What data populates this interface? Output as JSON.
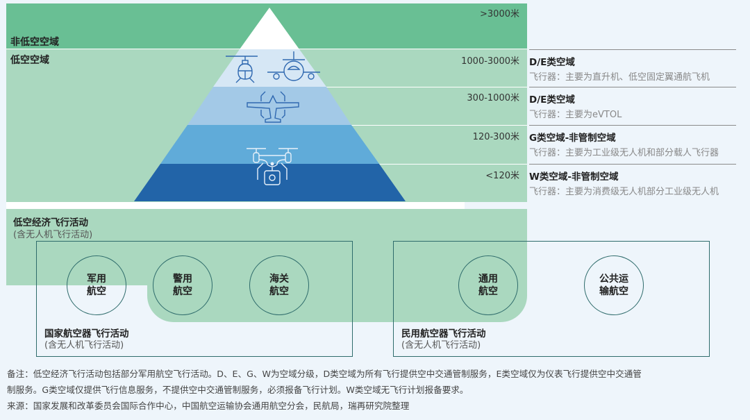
{
  "airspace": {
    "non_low_label": "非低空空域",
    "low_label": "低空空域",
    "altitudes": [
      ">3000米",
      "1000-3000米",
      "300-1000米",
      "120-300米",
      "<120米"
    ],
    "colors": {
      "non_low": "#69bf94",
      "low": "#aad8bf",
      "tier1": "#d6e7f5",
      "tier2": "#a3c9e7",
      "tier3": "#60abd9",
      "tier4": "#2264a8"
    },
    "icons": [
      "helicopter-icon",
      "airplane-icon",
      "evtol-icon",
      "drone-icon"
    ]
  },
  "classes": [
    {
      "title": "D/E类空域",
      "sub": "飞行器：主要为直升机、低空固定翼通航飞机"
    },
    {
      "title": "D/E类空域",
      "sub": "飞行器：主要为eVTOL"
    },
    {
      "title": "G类空域-非管制空域",
      "sub": "飞行器：主要为工业级无人机和部分载人飞行器"
    },
    {
      "title": "W类空域-非管制空域",
      "sub": "飞行器：主要为消费级无人机部分工业级无人机"
    }
  ],
  "economy": {
    "title": "低空经济飞行活动",
    "sub": "(含无人机飞行活动)"
  },
  "state_group": {
    "title": "国家航空器飞行活动",
    "sub": "(含无人机飞行活动)",
    "circles": [
      {
        "line1": "军用",
        "line2": "航空"
      },
      {
        "line1": "警用",
        "line2": "航空"
      },
      {
        "line1": "海关",
        "line2": "航空"
      }
    ]
  },
  "civil_group": {
    "title": "民用航空器飞行活动",
    "sub": "(含无人机飞行活动)",
    "circles": [
      {
        "line1": "通用",
        "line2": "航空"
      },
      {
        "line1": "公共运",
        "line2": "输航空"
      }
    ]
  },
  "notes": {
    "line1": "备注：低空经济飞行活动包括部分军用航空飞行活动。D、E、G、W为空域分级，D类空域为所有飞行提供空中交通管制服务，E类空域仅为仪表飞行提供空中交通管",
    "line2": "制服务。G类空域仅提供飞行信息服务，不提供空中交通管制服务，必须报备飞行计划。W类空域无飞行计划报备要求。",
    "source": "来源：国家发展和改革委员会国际合作中心，中国航空运输协会通用航空分会，民航局，瑞再研究院整理"
  }
}
